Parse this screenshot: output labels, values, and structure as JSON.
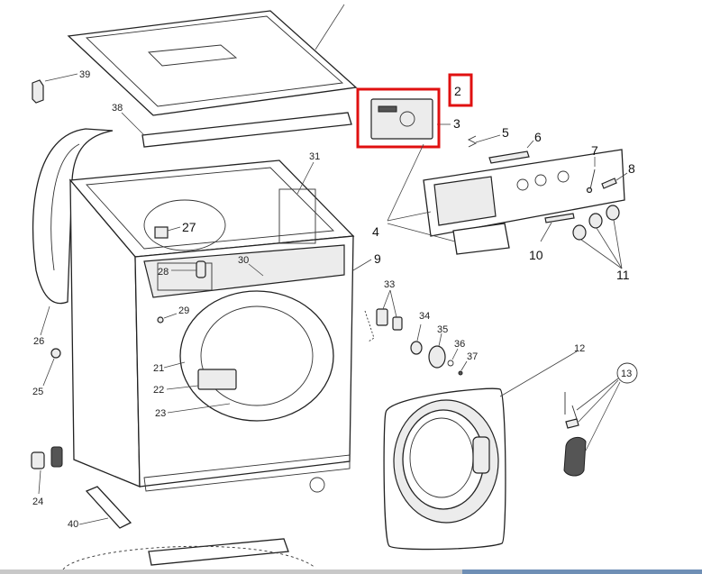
{
  "diagram": {
    "callouts": {
      "p2": "2",
      "p3": "3",
      "p4": "4",
      "p5": "5",
      "p6": "6",
      "p7": "7",
      "p8": "8",
      "p9": "9",
      "p10": "10",
      "p11": "11",
      "p12": "12",
      "p13": "13",
      "p21": "21",
      "p22": "22",
      "p23": "23",
      "p24": "24",
      "p25": "25",
      "p26": "26",
      "p27": "27",
      "p28": "28",
      "p29": "29",
      "p30": "30",
      "p31": "31",
      "p33": "33",
      "p34": "34",
      "p35": "35",
      "p36": "36",
      "p37": "37",
      "p38": "38",
      "p39": "39",
      "p40": "40"
    },
    "highlight_color": "#e01010"
  }
}
